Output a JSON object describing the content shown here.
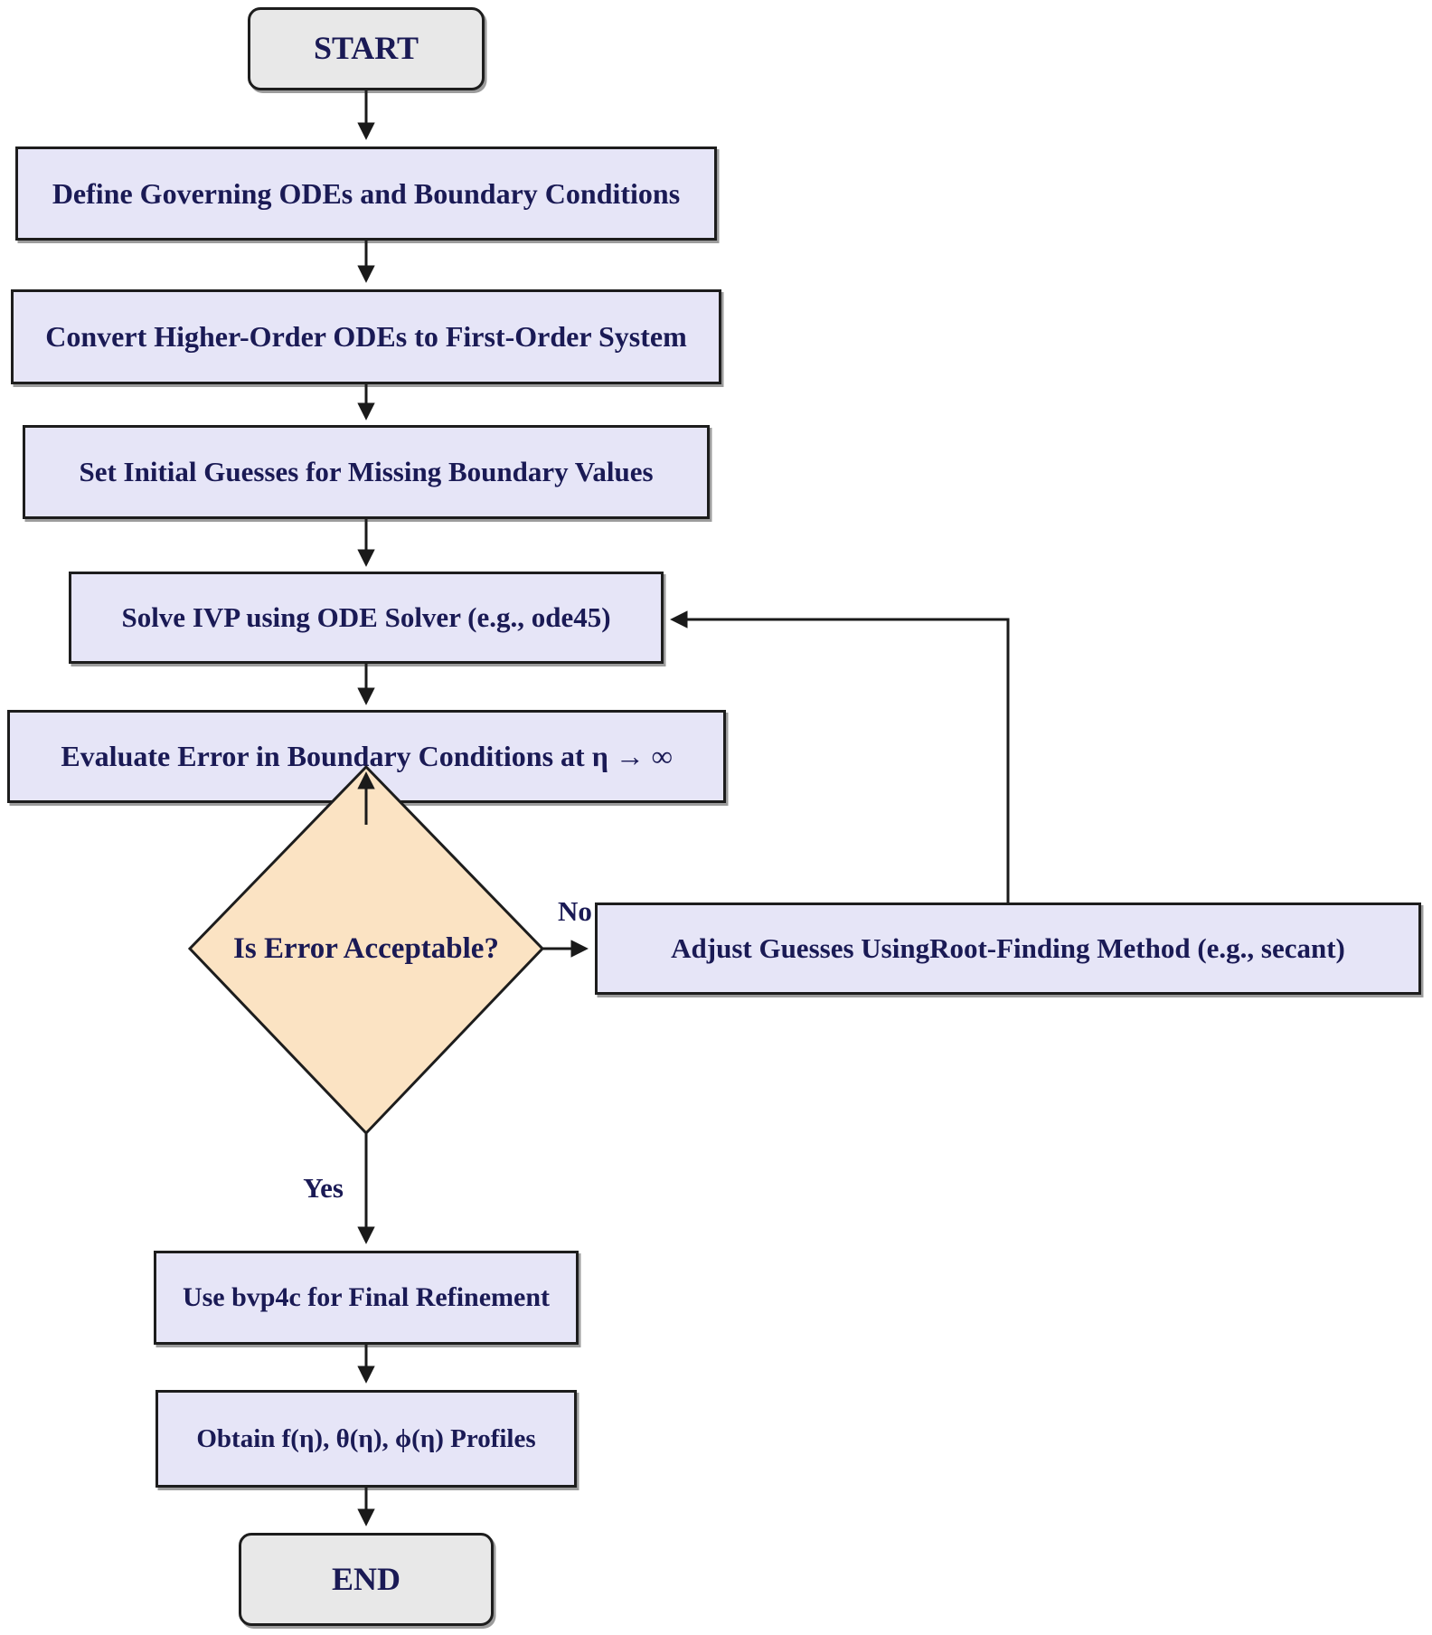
{
  "flowchart": {
    "nodes": {
      "start": "START",
      "define": "Define Governing ODEs and Boundary Conditions",
      "convert": "Convert Higher-Order ODEs to First-Order System",
      "set_guesses": "Set Initial Guesses for Missing Boundary Values",
      "solve_ivp": "Solve IVP using ODE Solver (e.g., ode45)",
      "evaluate_error": "Evaluate Error in Boundary Conditions at η → ∞",
      "decision": "Is Error Acceptable?",
      "adjust": "Adjust Guesses UsingRoot-Finding Method (e.g., secant)",
      "bvp4c": "Use bvp4c for Final Refinement",
      "obtain_profiles": "Obtain f(η), θ(η), ϕ(η) Profiles",
      "end": "END"
    },
    "edge_labels": {
      "yes": "Yes",
      "no": "No"
    },
    "colors": {
      "process_fill": "#E6E5F7",
      "decision_fill": "#FBE3C3",
      "terminator_fill": "#E8E8E8",
      "line": "#1A1A1A",
      "text": "#1A1A55"
    }
  }
}
